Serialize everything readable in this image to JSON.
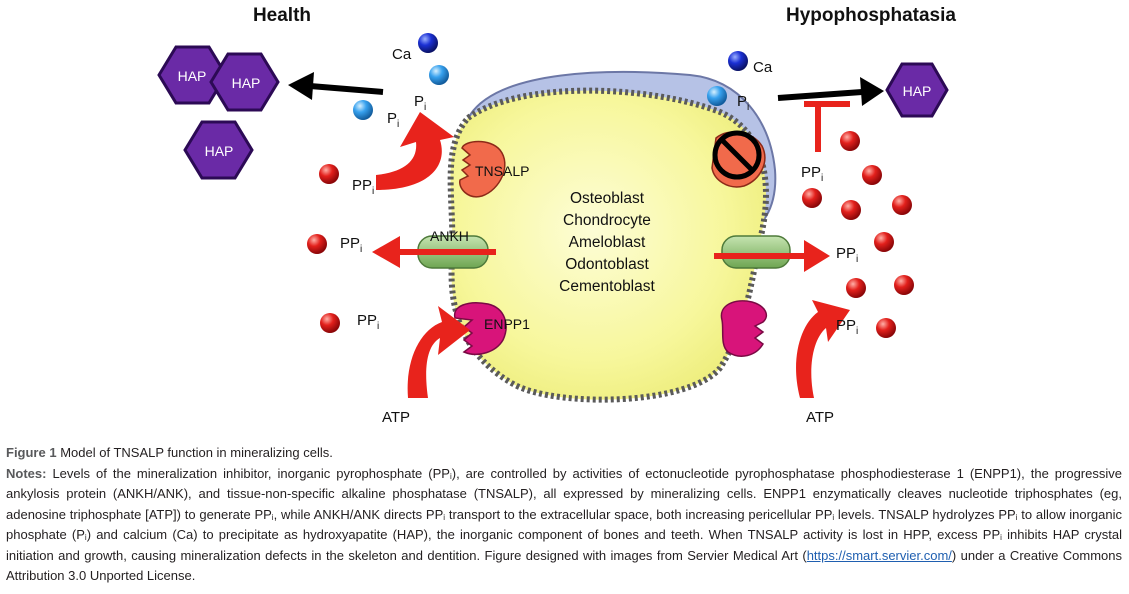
{
  "headings": {
    "health": "Health",
    "hpp": "Hypophosphatasia"
  },
  "cell_types": [
    "Osteoblast",
    "Chondrocyte",
    "Ameloblast",
    "Odontoblast",
    "Cementoblast"
  ],
  "enzymes": {
    "tnsalp": "TNSALP",
    "ankh": "ANKH",
    "enpp1": "ENPP1"
  },
  "labels": {
    "hap": "HAP",
    "ca": "Ca",
    "p": "P",
    "pp": "PP",
    "i": "i",
    "atp": "ATP"
  },
  "caption": {
    "figure_label": "Figure 1",
    "title": "Model of TNSALP function in mineralizing cells.",
    "notes_label": "Notes:",
    "s1": "Levels of the mineralization inhibitor, inorganic pyrophosphate (PP",
    "s2": "), are controlled by activities of ectonucleotide pyrophosphatase phosphodiesterase 1 (ENPP1), the progressive ankylosis protein (ANKH/ANK), and tissue-non-specific alkaline phosphatase (TNSALP), all expressed by mineralizing cells. ENPP1 enzymatically cleaves nucleotide triphosphates (eg, adenosine triphosphate [ATP]) to generate PP",
    "s3": ", while ANKH/ANK directs PP",
    "s4": " transport to the extracellular space, both increasing pericellular PP",
    "s5": " levels. TNSALP hydrolyzes PP",
    "s6": " to allow inorganic phosphate (P",
    "s7": ") and calcium (Ca) to precipitate as hydroxyapatite (HAP), the inorganic component of bones and teeth. When TNSALP activity is lost in HPP, excess PP",
    "s8": " inhibits HAP crystal initiation and growth, causing mineralization defects in the skeleton and dentition. Figure designed with images from Servier Medical Art (",
    "link": "https://smart.servier.com/",
    "s9": ") under a Creative Commons Attribution 3.0 Unported License."
  },
  "colors": {
    "hap_fill": "#6a2aa6",
    "arrow_red": "#e8231c",
    "cell_fill": "#f7f8a8",
    "cell_border": "#5a5a5a",
    "blue_cap": "#b6c2e6",
    "ankh_green": "#92c47a",
    "tnsalp_orange": "#f16a4b",
    "enpp1_magenta": "#d8147a",
    "ca_blue": "#1a2fd0",
    "p_lightblue": "#3aa0ec",
    "pp_red": "#d8141c"
  }
}
